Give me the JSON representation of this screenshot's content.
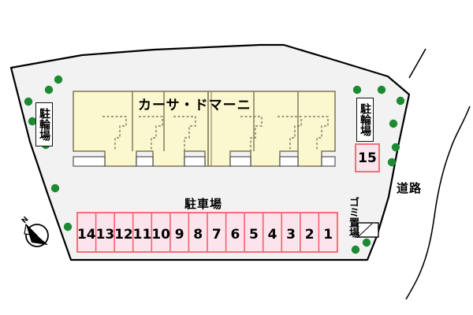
{
  "map": {
    "kind": "property-site-plan",
    "title_building": "カーサ・ドマーニ",
    "colors": {
      "site_fill": "#f2f2f2",
      "site_stroke": "#000000",
      "building_fill": "#fbf8cf",
      "building_stroke": "#7c7455",
      "balcony_fill": "#ffffff",
      "parking_fill": "#fce4ec",
      "parking_stroke": "#f4616f",
      "tree_green": "#1c8a32",
      "road_stroke": "#000000",
      "text": "#000000"
    }
  },
  "labels": {
    "building_name": "カーサ・ドマーニ",
    "bike_parking_left": "駐輪場",
    "bike_parking_right": "駐輪場",
    "car_parking": "駐車場",
    "garbage_area": "ゴミ置場",
    "road": "道路",
    "compass_north": "N",
    "reserved_stall": "15"
  },
  "parking": {
    "section_label": "駐車場",
    "stall_count": 14,
    "stalls": [
      "14",
      "13",
      "12",
      "11",
      "10",
      "9",
      "8",
      "7",
      "6",
      "5",
      "4",
      "3",
      "2",
      "1"
    ],
    "extra_stalls": [
      "15"
    ]
  },
  "facilities": [
    {
      "name": "駐輪場",
      "position": "left"
    },
    {
      "name": "駐輪場",
      "position": "right"
    },
    {
      "name": "ゴミ置場",
      "position": "bottom-right"
    }
  ],
  "building": {
    "name": "カーサ・ドマーニ",
    "unit_blocks": 6,
    "entrance_alcoves": 4
  },
  "surroundings": {
    "road_label": "道路",
    "road_side": "east"
  },
  "trees": {
    "count": 18,
    "symbol": "tree-dot"
  }
}
